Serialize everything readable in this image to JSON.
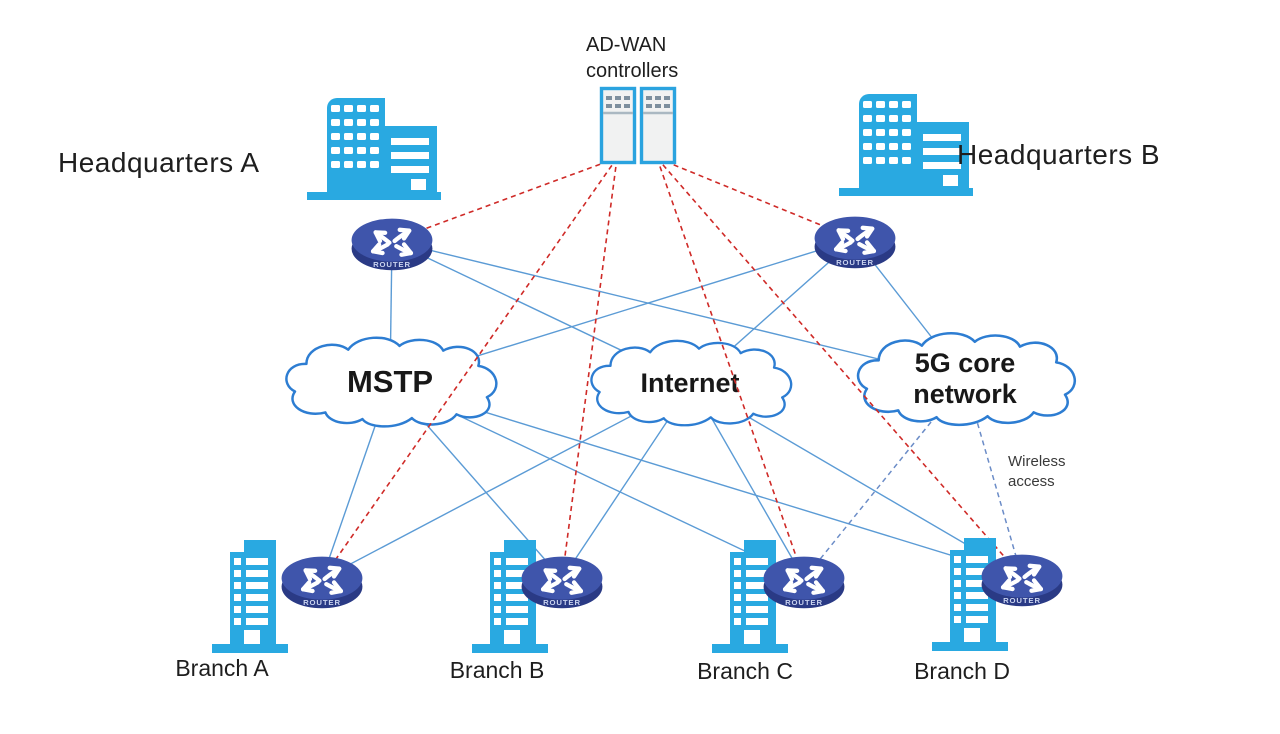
{
  "nodes": {
    "controllers": {
      "label": "AD-WAN\ncontrollers"
    },
    "hq_a": {
      "label": "Headquarters A"
    },
    "hq_b": {
      "label": "Headquarters B"
    },
    "clouds": {
      "mstp": {
        "label": "MSTP"
      },
      "internet": {
        "label": "Internet"
      },
      "five_g": {
        "label": "5G core\nnetwork"
      }
    },
    "branches": {
      "a": {
        "label": "Branch A"
      },
      "b": {
        "label": "Branch B"
      },
      "c": {
        "label": "Branch C"
      },
      "d": {
        "label": "Branch D"
      }
    },
    "router_label": "ROUTER",
    "wireless_access": {
      "label": "Wireless\naccess"
    }
  },
  "link_styles": {
    "wan": {
      "color": "#5b9bd5",
      "dash": "",
      "width": 1.4
    },
    "management": {
      "color": "#cf2a27",
      "dash": "5 4",
      "width": 1.6
    },
    "wireless": {
      "color": "#6b8cc7",
      "dash": "5 4",
      "width": 1.5
    }
  },
  "edges": [
    {
      "from": "hq_a_router",
      "to": "mstp",
      "type": "wan"
    },
    {
      "from": "hq_a_router",
      "to": "internet",
      "type": "wan"
    },
    {
      "from": "hq_a_router",
      "to": "five_g",
      "type": "wan"
    },
    {
      "from": "hq_b_router",
      "to": "mstp",
      "type": "wan"
    },
    {
      "from": "hq_b_router",
      "to": "internet",
      "type": "wan"
    },
    {
      "from": "hq_b_router",
      "to": "five_g",
      "type": "wan"
    },
    {
      "from": "mstp",
      "to": "branch_a_router",
      "type": "wan"
    },
    {
      "from": "mstp",
      "to": "branch_b_router",
      "type": "wan"
    },
    {
      "from": "mstp",
      "to": "branch_c_router",
      "type": "wan"
    },
    {
      "from": "mstp",
      "to": "branch_d_router",
      "type": "wan"
    },
    {
      "from": "internet",
      "to": "branch_a_router",
      "type": "wan"
    },
    {
      "from": "internet",
      "to": "branch_b_router",
      "type": "wan"
    },
    {
      "from": "internet",
      "to": "branch_c_router",
      "type": "wan"
    },
    {
      "from": "internet",
      "to": "branch_d_router",
      "type": "wan"
    },
    {
      "from": "controller_left",
      "to": "hq_a_router",
      "type": "management"
    },
    {
      "from": "controller_left",
      "to": "branch_a_router",
      "type": "management"
    },
    {
      "from": "controller_left",
      "to": "branch_b_router",
      "type": "management"
    },
    {
      "from": "controller_right",
      "to": "hq_b_router",
      "type": "management"
    },
    {
      "from": "controller_right",
      "to": "branch_c_router",
      "type": "management"
    },
    {
      "from": "controller_right",
      "to": "branch_d_router",
      "type": "management"
    },
    {
      "from": "five_g",
      "to": "branch_c_router",
      "type": "wireless"
    },
    {
      "from": "five_g",
      "to": "branch_d_router",
      "type": "wireless"
    }
  ],
  "palette": {
    "building": "#29a9e1",
    "cloud_outline": "#2d7dd2",
    "router_top": "#3f55ab",
    "router_side": "#2a3a85",
    "server_border": "#2aa3df"
  }
}
